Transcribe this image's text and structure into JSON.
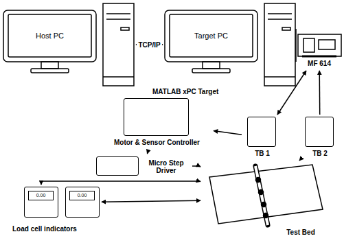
{
  "diagram": {
    "nodes": [
      {
        "text": [
          "Host PC"
        ]
      },
      {
        "text": [
          "Target PC"
        ]
      },
      {
        "text": [
          "MF 614"
        ]
      },
      {
        "text": [
          "TB 1"
        ]
      },
      {
        "text": [
          "TB 2"
        ]
      },
      {
        "text": [
          "Motor & Sensor Controller"
        ]
      },
      {
        "text": [
          "Micro Step Driver"
        ]
      },
      {
        "text": [
          "0.00"
        ]
      },
      {
        "text": [
          "0.00"
        ]
      },
      {
        "text": [
          "Test Bed"
        ]
      }
    ],
    "edges": [
      {
        "from": 0,
        "to": 1,
        "label": "TCP/IP",
        "arrow": "both"
      },
      {
        "from": 2,
        "to": 3,
        "arrow": "both"
      },
      {
        "from": 4,
        "to": 2,
        "arrow": "to"
      },
      {
        "from": 3,
        "to": 5,
        "arrow": "to"
      },
      {
        "from": 5,
        "to": 6,
        "arrow": "to"
      },
      {
        "from": 6,
        "to": 9,
        "arrow": "to"
      },
      {
        "from": 9,
        "to": 4,
        "arrow": "to"
      },
      {
        "from": 7,
        "to": 9,
        "arrow": "both"
      },
      {
        "from": 8,
        "to": 9,
        "arrow": "both"
      }
    ],
    "labels": [
      "MATLAB xPC Target",
      "Load cell indicators"
    ]
  }
}
